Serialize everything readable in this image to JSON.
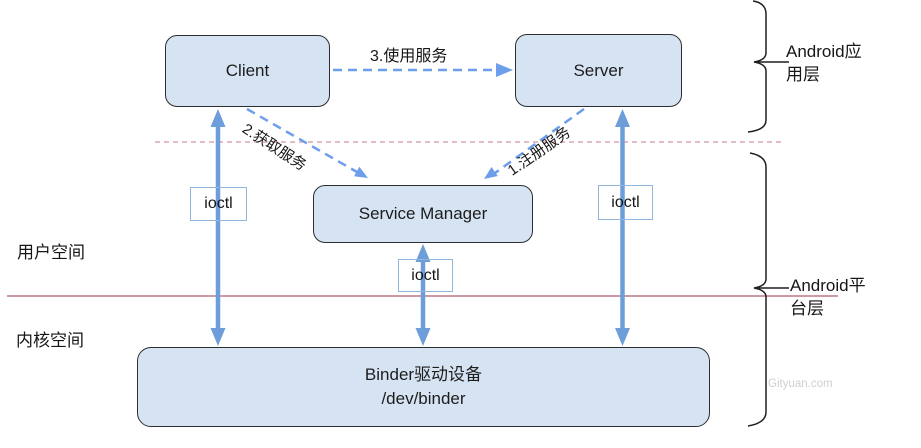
{
  "nodes": {
    "client": {
      "label": "Client"
    },
    "server": {
      "label": "Server"
    },
    "service_manager": {
      "label": "Service Manager"
    },
    "binder_driver": {
      "label_line1": "Binder驱动设备",
      "label_line2": "/dev/binder"
    }
  },
  "ioctl": {
    "label": "ioctl"
  },
  "edges": {
    "use_service": {
      "label": "3.使用服务"
    },
    "get_service": {
      "label": "2.获取服务"
    },
    "register_service": {
      "label": "1.注册服务"
    }
  },
  "regions": {
    "user_space": {
      "label": "用户空间"
    },
    "kernel_space": {
      "label": "内核空间"
    },
    "app_layer": {
      "label": "Android应用层"
    },
    "platform_layer": {
      "label": "Android平台层"
    }
  },
  "watermark": {
    "label": "Gityuan.com"
  },
  "colors": {
    "node_fill": "#d5e3f2",
    "node_border": "#2e2e2e",
    "arrow_solid": "#6d9ed9",
    "arrow_dashed": "#6d9eeb",
    "ioctl_border": "#8fb6dd",
    "divider_dashed_pink": "#d295a2",
    "divider_solid_pink": "#cd9aa4",
    "brace_stroke": "#1f1f1f",
    "watermark_color": "#cfcfcf"
  }
}
